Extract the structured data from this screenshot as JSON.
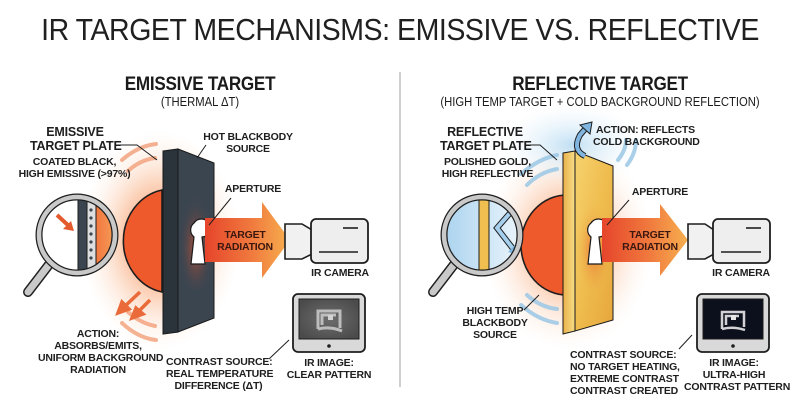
{
  "title": "IR TARGET MECHANISMS: EMISSIVE VS. REFLECTIVE",
  "panels": {
    "emissive": {
      "heading": "EMISSIVE TARGET",
      "subheading": "(THERMAL ΔT)",
      "plate_label": [
        "EMISSIVE",
        "TARGET PLATE"
      ],
      "plate_desc": [
        "COATED BLACK,",
        "HIGH EMISSIVE (>97%)"
      ],
      "source_label": [
        "HOT BLACKBODY",
        "SOURCE"
      ],
      "aperture_label": "APERTURE",
      "radiation_label": [
        "TARGET",
        "RADIATION"
      ],
      "camera_label": "IR CAMERA",
      "action_label": [
        "ACTION:",
        "ABSORBS/EMITS,",
        "UNIFORM BACKGROUND",
        "RADIATION"
      ],
      "contrast_label": [
        "CONTRAST SOURCE:",
        "REAL TEMPERATURE",
        "DIFFERENCE (ΔT)"
      ],
      "ir_image_label": [
        "IR IMAGE:",
        "CLEAR PATTERN"
      ],
      "colors": {
        "plate": "#3b4550",
        "radiation_start": "#e8472a",
        "radiation_end": "#f6ae4e",
        "glow": "#f4824a"
      }
    },
    "reflective": {
      "heading": "REFLECTIVE TARGET",
      "subheading": "(HIGH TEMP TARGET + COLD BACKGROUND REFLECTION)",
      "plate_label": [
        "REFLECTIVE",
        "TARGET PLATE"
      ],
      "plate_desc": [
        "POLISHED GOLD,",
        "HIGH REFLECTIVE"
      ],
      "action_label": [
        "ACTION: REFLECTS",
        "COLD BACKGROUND"
      ],
      "aperture_label": "APERTURE",
      "radiation_label": [
        "TARGET",
        "RADIATION"
      ],
      "camera_label": "IR CAMERA",
      "source_label": [
        "HIGH TEMP",
        "BLACKBODY",
        "SOURCE"
      ],
      "contrast_label": [
        "CONTRAST SOURCE:",
        "NO TARGET HEATING,",
        "EXTREME CONTRAST",
        "CONTRAST CREATED"
      ],
      "ir_image_label": [
        "IR IMAGE:",
        "ULTRA-HIGH",
        "CONTRAST PATTERN"
      ],
      "colors": {
        "plate": "#f0bf4f",
        "radiation_start": "#e8472a",
        "radiation_end": "#f6ae4e",
        "cold": "#9cc8e6"
      }
    }
  }
}
